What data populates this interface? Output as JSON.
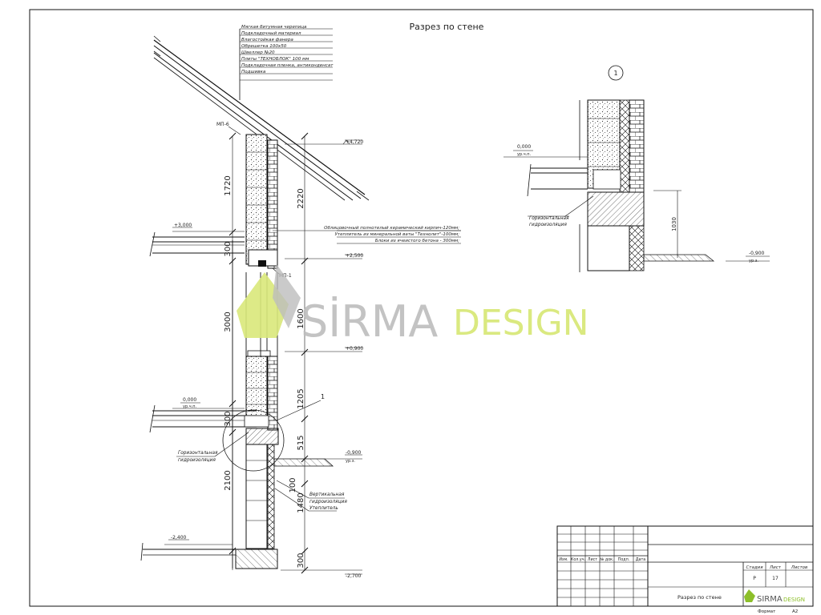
{
  "sheet": {
    "title": "Разрез по стене",
    "format_label": "Формат",
    "format_value": "А2"
  },
  "callout": {
    "number": "1"
  },
  "layer_legend": [
    "Мягкая битумная черепица",
    "Подкладочный материал",
    "Влагостойкая фанера",
    "Обрешетка 100х50",
    "Швеллер №20",
    "Плиты \"ТЕХНОБЛОК\" 100 мм",
    "Подкладочная пленка, антиконденсат",
    "Подшивка"
  ],
  "wall_legend": [
    "Облицовочный полнотелый керамический кирпич-120мм;",
    "Утеплитель из минеральной ваты \"Технолит\"-100мм;",
    "Блоки из ячеистого бетона - 300мм;"
  ],
  "levels": {
    "roof": "+4,720",
    "second_floor": "+3,000",
    "lintel_top": "+2,500",
    "sill": "+0,900",
    "ground_floor": "0,000",
    "ground_floor_note": "ур.ч.п.",
    "grade": "-0,900",
    "grade_note": "ур.з.",
    "basement": "-2,400",
    "footing": "-2,700"
  },
  "dimensions": {
    "d1720": "1720",
    "d300a": "300",
    "d3000": "3000",
    "d300b": "300",
    "d2100": "2100",
    "d300c": "300",
    "d2220": "2220",
    "d1600": "1600",
    "d1205": "1205",
    "d515": "515",
    "d100": "100",
    "d1480": "1480",
    "d1030": "1030"
  },
  "labels": {
    "mp6": "МП-6",
    "mp1": "МП-1",
    "horizontal_waterproofing_1": "Горизонтальная",
    "horizontal_waterproofing_2": "гидроизоляция",
    "vertical_waterproofing_1": "Вертикальная",
    "vertical_waterproofing_2": "гидроизоляция",
    "insulation": "Утеплитель",
    "detail_ref": "1"
  },
  "watermark": {
    "word1": "SİRMA",
    "word2": "DESIGN"
  },
  "title_block": {
    "columns": [
      "Изм.",
      "Кол.уч.",
      "Лист",
      "№ док.",
      "Подп.",
      "Дата"
    ],
    "stage_header": "Стадия",
    "sheet_header": "Лист",
    "sheets_header": "Листов",
    "stage_value": "Р",
    "sheet_value": "17",
    "sheets_value": "",
    "drawing_name": "Разрез по стене",
    "logo_word1": "SIRMA",
    "logo_word2": "DESIGN"
  },
  "colors": {
    "watermark_green": "#d9e87a",
    "watermark_grey": "#bdbdbd",
    "logo_green": "#8dbf2a",
    "logo_grey": "#555555"
  }
}
